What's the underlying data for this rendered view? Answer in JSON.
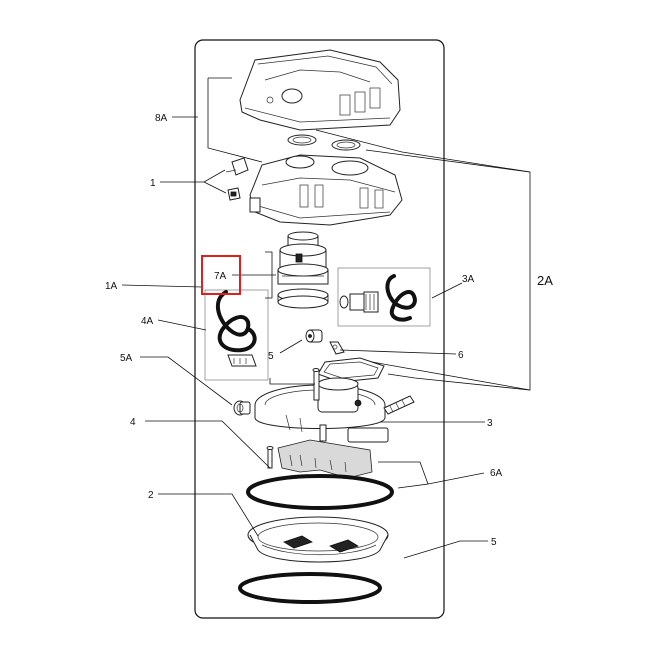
{
  "labels": {
    "l8A": "8A",
    "l1": "1",
    "l1A": "1A",
    "l7A": "7A",
    "l3A": "3A",
    "l2A": "2A",
    "l4A": "4A",
    "l5a": "5",
    "l6": "6",
    "l5A": "5A",
    "l3": "3",
    "l4": "4",
    "l6A": "6A",
    "l2": "2",
    "l5b": "5"
  },
  "highlight": {
    "part": "7A",
    "color": "#e02020"
  }
}
